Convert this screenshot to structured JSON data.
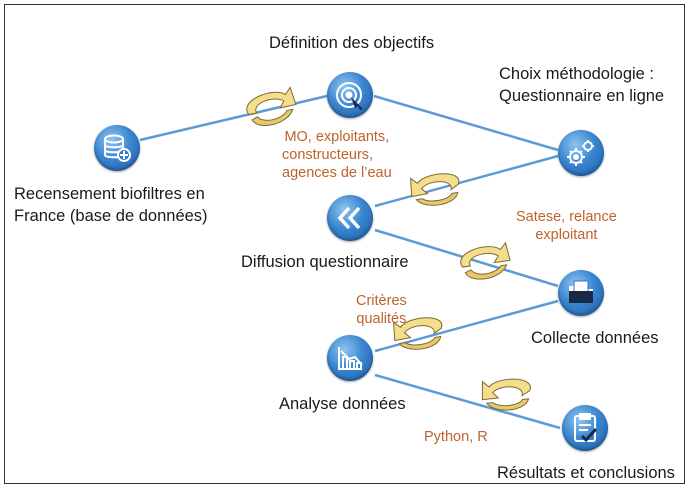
{
  "colors": {
    "link": "#5b9bd5",
    "node": "#2f75c3",
    "note": "#c0622a",
    "arrow": "#f3dc8a"
  },
  "steps": {
    "recensement": {
      "line1": "Recensement biofiltres en",
      "line2": "France (base de données)",
      "icon": "database-icon"
    },
    "objectifs": {
      "label": "Définition des objectifs",
      "icon": "target-icon"
    },
    "methodologie": {
      "line1": "Choix méthodologie :",
      "line2": "Questionnaire en ligne",
      "icon": "gears-icon"
    },
    "diffusion": {
      "label": "Diffusion questionnaire",
      "icon": "double-chevron-left-icon"
    },
    "collecte": {
      "label": "Collecte données",
      "icon": "folder-icon"
    },
    "analyse": {
      "label": "Analyse données",
      "icon": "bar-chart-icon"
    },
    "resultats": {
      "label": "Résultats et conclusions",
      "icon": "clipboard-check-icon"
    }
  },
  "notes": {
    "acteurs": {
      "line1": "MO, exploitants,",
      "line2": "constructeurs,",
      "line3": "agences de l’eau"
    },
    "satese": {
      "line1": "Satese, relance",
      "line2": "exploitant"
    },
    "criteres": {
      "line1": "Critères",
      "line2": "qualités"
    },
    "outils": {
      "label": "Python, R"
    }
  }
}
